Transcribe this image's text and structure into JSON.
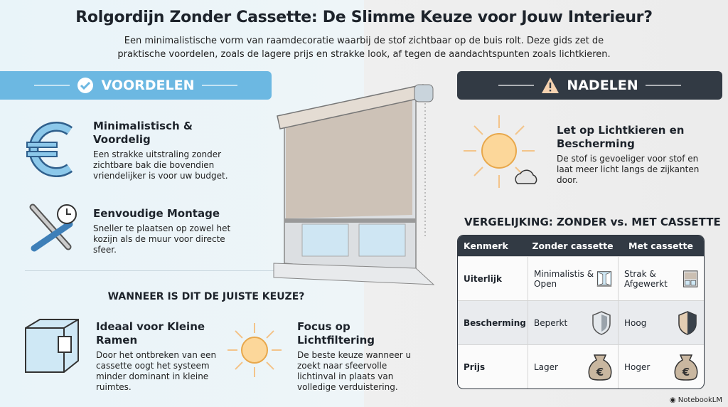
{
  "title": "Rolgordijn Zonder Cassette: De Slimme Keuze voor Jouw Interieur?",
  "subtitle": "Een minimalistische vorm van raamdecoratie waarbij de stof zichtbaar op de buis rolt. Deze gids zet de praktische voordelen, zoals de lagere prijs en strakke look, af tegen de aandachtspunten zoals lichtkieren.",
  "voordelen": {
    "label": "VOORDELEN",
    "items": [
      {
        "icon": "euro-icon",
        "title": "Minimalistisch & Voordelig",
        "desc": "Een strakke uitstraling zonder zichtbare bak die bovendien vriendelijker is voor uw budget."
      },
      {
        "icon": "tools-icon",
        "title": "Eenvoudige Montage",
        "desc": "Sneller te plaatsen op zowel het kozijn als de muur voor directe sfeer."
      }
    ]
  },
  "wanneer": {
    "title": "WANNEER IS DIT DE JUISTE KEUZE?",
    "items": [
      {
        "icon": "room-icon",
        "title": "Ideaal voor Kleine Ramen",
        "desc": "Door het ontbreken van een cassette oogt het systeem minder dominant in kleine ruimtes."
      },
      {
        "icon": "sun-icon",
        "title": "Focus op Lichtfiltering",
        "desc": "De beste keuze wanneer u zoekt naar sfeervolle lichtinval in plaats van volledige verduistering."
      }
    ]
  },
  "nadelen": {
    "label": "NADELEN",
    "items": [
      {
        "icon": "sun-icon",
        "title": "Let op Lichtkieren en Bescherming",
        "desc": "De stof is gevoeliger voor stof en laat meer licht langs de zijkanten door."
      }
    ]
  },
  "vergelijking": {
    "title": "VERGELIJKING: ZONDER vs. MET CASSETTE",
    "headers": [
      "Kenmerk",
      "Zonder cassette",
      "Met cassette"
    ],
    "rows": [
      {
        "label": "Uiterlijk",
        "zonder": "Minimalistis & Open",
        "met": "Strak & Afgewerkt"
      },
      {
        "label": "Bescherming",
        "zonder": "Beperkt",
        "met": "Hoog"
      },
      {
        "label": "Prijs",
        "zonder": "Lager",
        "met": "Hoger"
      }
    ]
  },
  "footer": "NotebookLM",
  "colors": {
    "blue": "#6cb8e2",
    "dark": "#323a44",
    "sun": "#f5c77e"
  }
}
